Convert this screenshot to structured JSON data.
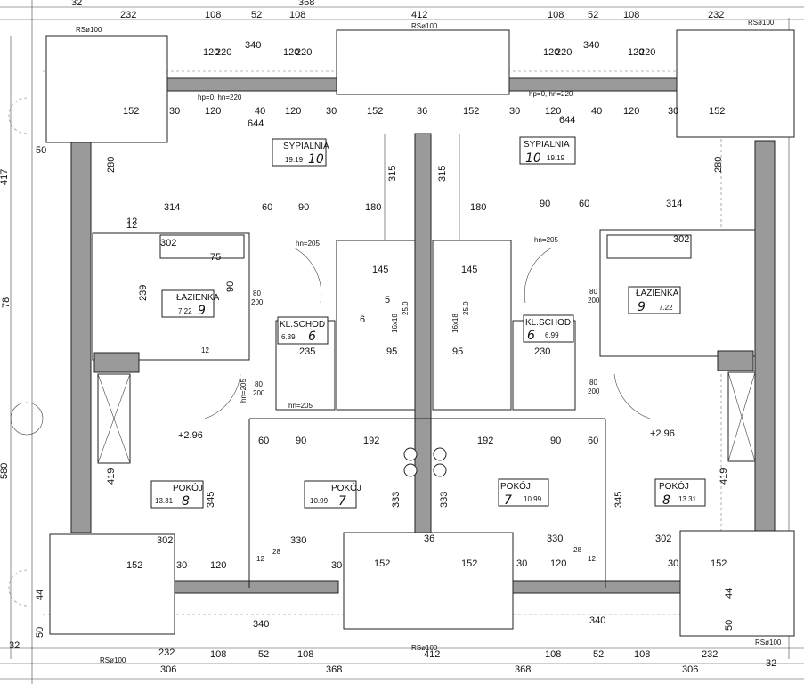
{
  "top_dims_row1": [
    "32",
    "232",
    "108",
    "52",
    "108",
    "412",
    "108",
    "52",
    "108",
    "232"
  ],
  "top_dims_row2": [
    "368"
  ],
  "top_labels": [
    "RSø100",
    "RSø100",
    "RSø100"
  ],
  "window_dims": [
    "120",
    "220",
    "340",
    "120",
    "220",
    "120",
    "220",
    "340",
    "120",
    "220"
  ],
  "window_notes": [
    "hp=0, hn=220",
    "hp=0, hn=220"
  ],
  "upper_dims": [
    "152",
    "30",
    "120",
    "40",
    "120",
    "30",
    "152",
    "36",
    "152",
    "30",
    "120",
    "40",
    "120",
    "30",
    "152"
  ],
  "width_644": [
    "644",
    "644"
  ],
  "left_dims": [
    "417",
    "50",
    "78",
    "580"
  ],
  "rooms": {
    "sypialnia_l": {
      "name": "SYPIALNIA",
      "area": "19.19",
      "num": "10"
    },
    "sypialnia_r": {
      "name": "SYPIALNIA",
      "area": "19.19",
      "num": "10"
    },
    "lazienka_l": {
      "name": "ŁAZIENKA",
      "area": "7.22",
      "num": "9"
    },
    "lazienka_r": {
      "name": "ŁAZIENKA",
      "area": "7.22",
      "num": "9"
    },
    "klschod_l": {
      "name": "KL.SCHOD",
      "area": "6.39",
      "num": "6"
    },
    "klschod_r": {
      "name": "KL.SCHOD",
      "area": "6.99",
      "num": "6"
    },
    "pokoj_7l": {
      "name": "POKÓJ",
      "area": "10.99",
      "num": "7"
    },
    "pokoj_7r": {
      "name": "POKÓJ",
      "area": "10.99",
      "num": "7"
    },
    "pokoj_8l": {
      "name": "POKÓJ",
      "area": "13.31",
      "num": "8"
    },
    "pokoj_8r": {
      "name": "POKÓJ",
      "area": "13.31",
      "num": "8"
    }
  },
  "mid_dims": [
    "280",
    "314",
    "60",
    "90",
    "180",
    "180",
    "90",
    "60",
    "314",
    "280",
    "12",
    "302",
    "302",
    "75",
    "90",
    "239",
    "12",
    "235",
    "230",
    "145",
    "145",
    "315",
    "315",
    "95",
    "95",
    "6",
    "5",
    "16x18",
    "16x18",
    "25.0",
    "25.0"
  ],
  "door_notes": [
    "hn=205",
    "hn=205",
    "hn=205",
    "hn=205",
    "80",
    "200",
    "80",
    "200",
    "80",
    "200",
    "80",
    "200"
  ],
  "levels": [
    "+2.96",
    "+2.96"
  ],
  "lower_dims": [
    "60",
    "90",
    "192",
    "192",
    "90",
    "60",
    "333",
    "333",
    "345",
    "345",
    "419",
    "419",
    "302",
    "330",
    "36",
    "330",
    "302",
    "28",
    "28",
    "12",
    "12",
    "12"
  ],
  "bottom_dims_row1": [
    "152",
    "30",
    "120",
    "30",
    "152",
    "152",
    "30",
    "120",
    "30",
    "152"
  ],
  "bottom_dims_row2": [
    "50",
    "44",
    "340",
    "340",
    "44",
    "50"
  ],
  "bottom_dims_row3": [
    "32",
    "232",
    "108",
    "52",
    "108",
    "412",
    "108",
    "52",
    "108",
    "232",
    "32"
  ],
  "bottom_dims_row4": [
    "306",
    "368",
    "368",
    "306"
  ],
  "bottom_labels": [
    "RSø100",
    "RSø100",
    "RSø100"
  ]
}
